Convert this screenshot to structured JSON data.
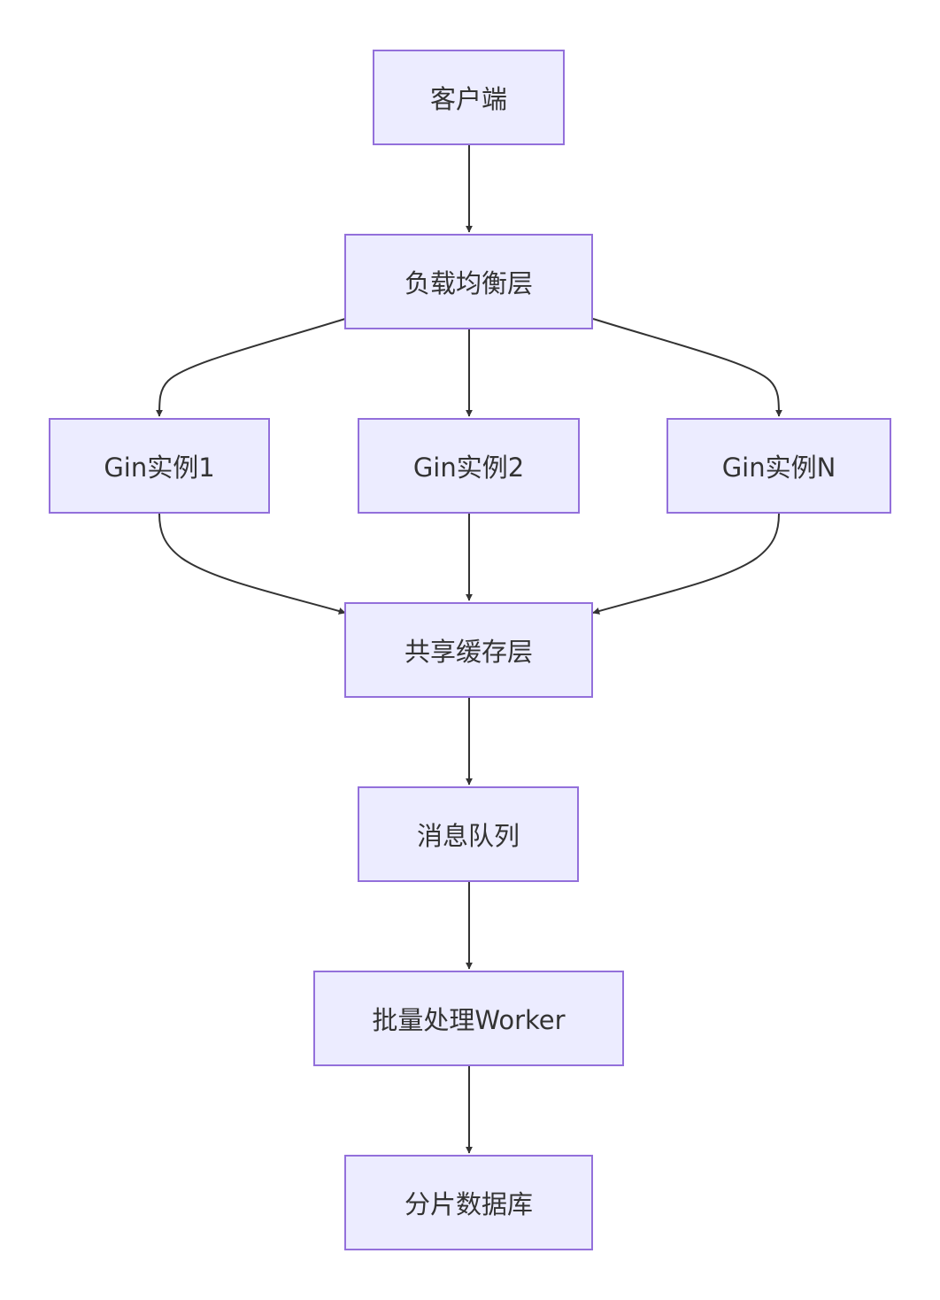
{
  "nodes": {
    "client": "客户端",
    "load_balancer": "负载均衡层",
    "gin1": "Gin实例1",
    "gin2": "Gin实例2",
    "ginN": "Gin实例N",
    "cache": "共享缓存层",
    "queue": "消息队列",
    "worker": "批量处理Worker",
    "db": "分片数据库"
  },
  "edges": [
    [
      "client",
      "load_balancer"
    ],
    [
      "load_balancer",
      "gin1"
    ],
    [
      "load_balancer",
      "gin2"
    ],
    [
      "load_balancer",
      "ginN"
    ],
    [
      "gin1",
      "cache"
    ],
    [
      "gin2",
      "cache"
    ],
    [
      "ginN",
      "cache"
    ],
    [
      "cache",
      "queue"
    ],
    [
      "queue",
      "worker"
    ],
    [
      "worker",
      "db"
    ]
  ],
  "colors": {
    "node_fill": "#ececff",
    "node_border": "#9370db",
    "edge": "#333333",
    "text": "#333333"
  }
}
